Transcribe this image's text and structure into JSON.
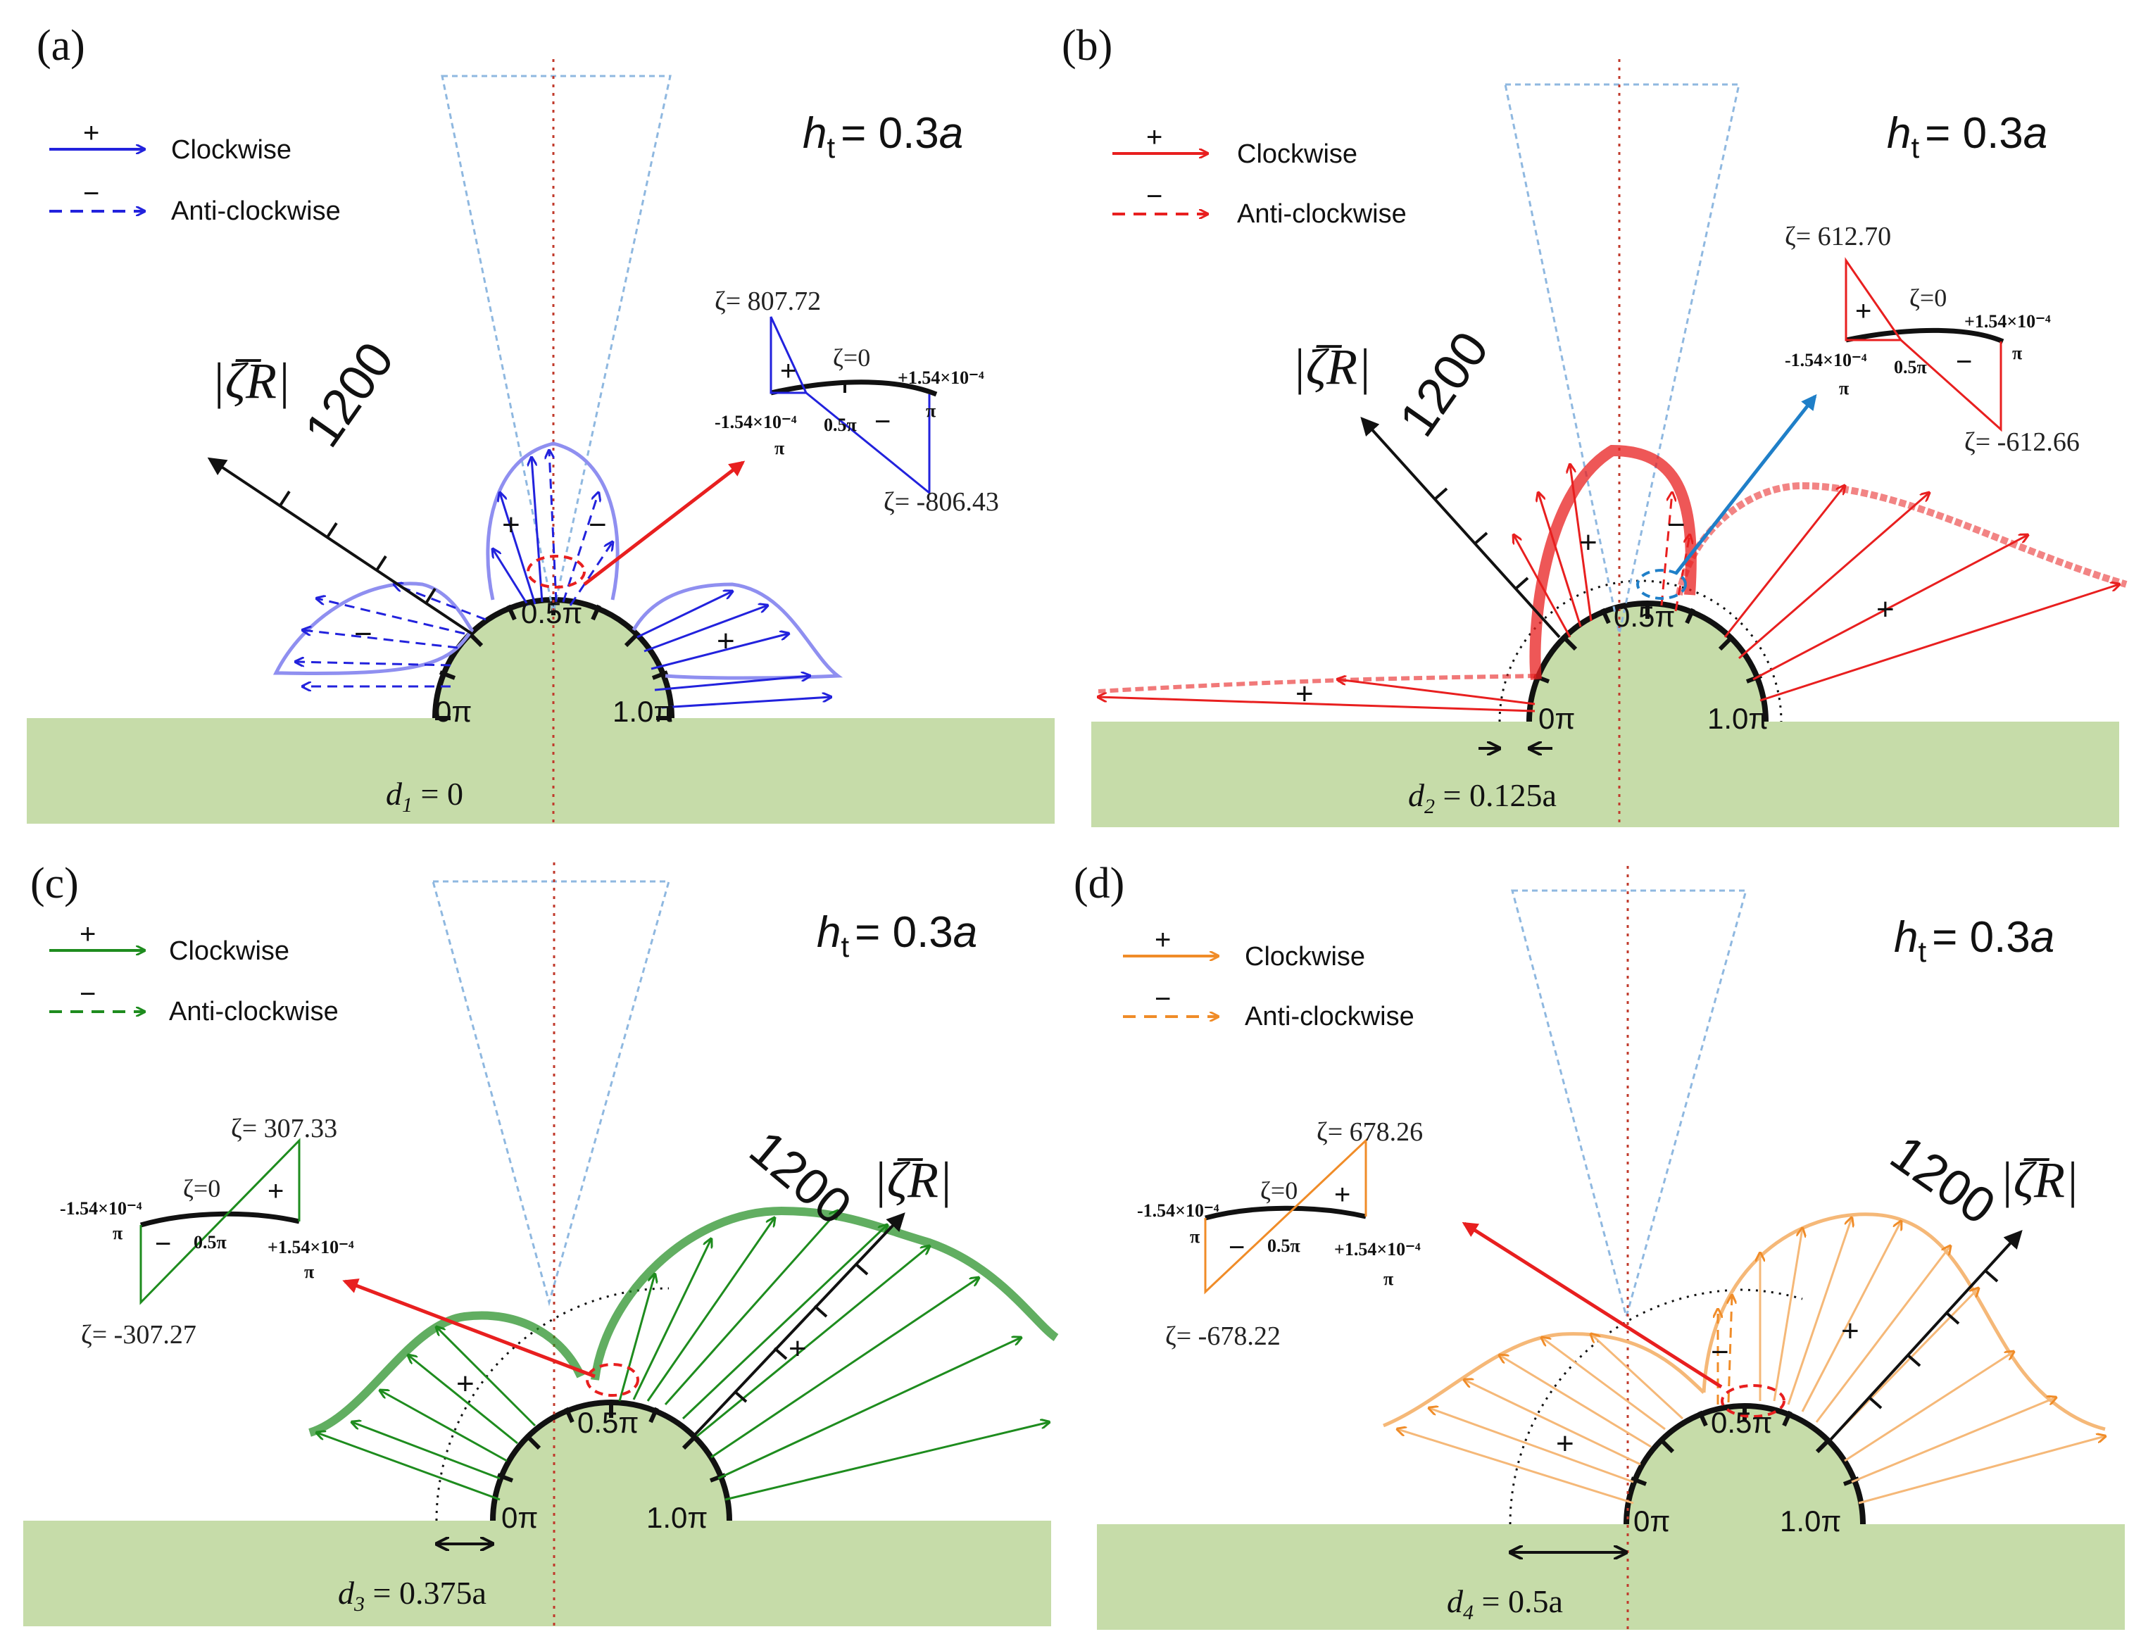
{
  "figure": {
    "shared": {
      "ht_label": "= 0.3",
      "ht_symbol": "h",
      "ht_sub": "t",
      "ht_unit": "a",
      "clockwise_label": "Clockwise",
      "anticlockwise_label": "Anti-clockwise",
      "plus_sign": "+",
      "minus_sign": "−",
      "angle_0": "0π",
      "angle_05": "0.5π",
      "angle_10": "1.0π",
      "axis_value": "1200",
      "axis_symbol": "|ζ̅R|",
      "inset_zero": "ζ=0",
      "inset_left": "-1.54×10⁻⁴",
      "inset_right": "+1.54×10⁻⁴",
      "inset_pi": "π",
      "inset_half": "0.5π"
    },
    "colors": {
      "ground": "#c6dca9",
      "cylinder": "#c6dca9",
      "cone": "#8fb8e0",
      "centerline": "#c0392b",
      "panel_a": "#2222dd",
      "panel_a_light": "#8f8ff0",
      "panel_b": "#e81f1f",
      "panel_c": "#1e8c1e",
      "panel_d": "#f08c28",
      "panel_d_light": "#f5b878",
      "highlight": "#e81f1f",
      "blue_arrow": "#1f7fc8"
    },
    "panels": [
      {
        "id": "a",
        "label": "(a)",
        "zeta_max": "ζ= 807.72",
        "zeta_min": "ζ= -806.43",
        "d_label": "d",
        "d_sub": "1",
        "d_value": " = 0"
      },
      {
        "id": "b",
        "label": "(b)",
        "zeta_max": "ζ= 612.70",
        "zeta_min": "ζ= -612.66",
        "d_label": "d",
        "d_sub": "2",
        "d_value": " = 0.125a"
      },
      {
        "id": "c",
        "label": "(c)",
        "zeta_max": "ζ= 307.33",
        "zeta_min": "ζ= -307.27",
        "d_label": "d",
        "d_sub": "3",
        "d_value": " = 0.375a"
      },
      {
        "id": "d",
        "label": "(d)",
        "zeta_max": "ζ= 678.26",
        "zeta_min": "ζ= -678.22",
        "d_label": "d",
        "d_sub": "4",
        "d_value": " = 0.5a"
      }
    ]
  }
}
